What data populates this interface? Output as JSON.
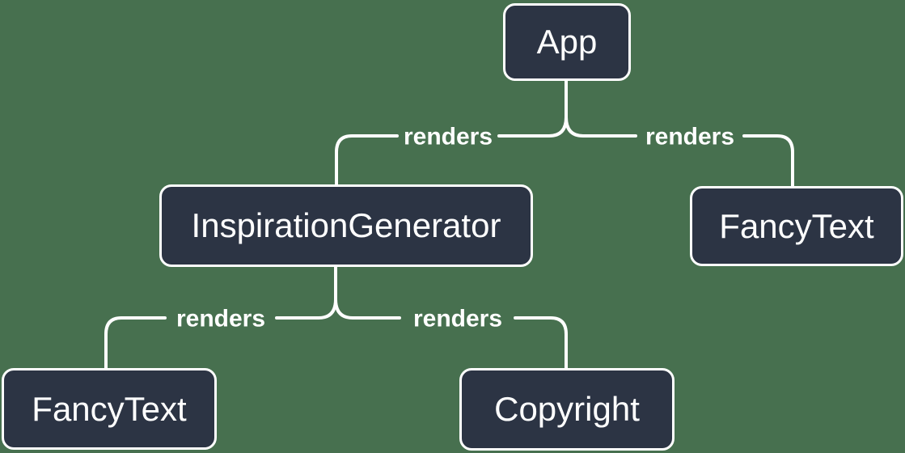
{
  "diagram": {
    "type": "tree",
    "description": "React render tree",
    "colors": {
      "background": "#47704F",
      "node_fill": "#2C3444",
      "node_border": "#FFFFFF",
      "edge": "#FFFFFF",
      "text": "#FFFFFF"
    },
    "nodes": [
      {
        "id": "app",
        "label": "App"
      },
      {
        "id": "inspiration-generator",
        "label": "InspirationGenerator"
      },
      {
        "id": "fancy-text-top",
        "label": "FancyText"
      },
      {
        "id": "fancy-text-bottom",
        "label": "FancyText"
      },
      {
        "id": "copyright",
        "label": "Copyright"
      }
    ],
    "edges": [
      {
        "from": "App",
        "to": "InspirationGenerator",
        "label": "renders"
      },
      {
        "from": "App",
        "to": "FancyText",
        "label": "renders"
      },
      {
        "from": "InspirationGenerator",
        "to": "FancyText",
        "label": "renders"
      },
      {
        "from": "InspirationGenerator",
        "to": "Copyright",
        "label": "renders"
      }
    ]
  }
}
